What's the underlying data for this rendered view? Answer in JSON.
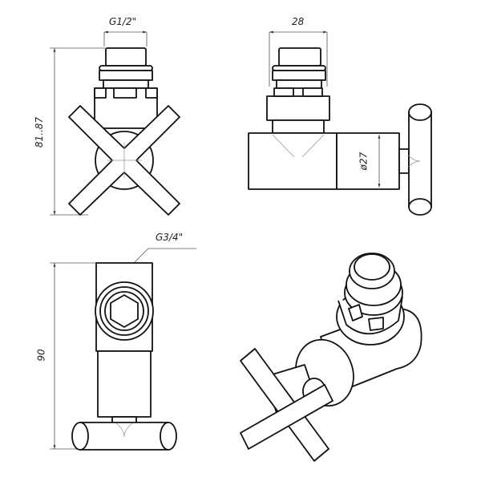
{
  "dimensions": {
    "thread_inlet": "G1/2\"",
    "width": "28",
    "height_range": "81..87",
    "diameter": "ø27",
    "thread_outlet": "G3/4\"",
    "height": "90"
  },
  "colors": {
    "line": "#111111",
    "dimension": "#555555"
  }
}
